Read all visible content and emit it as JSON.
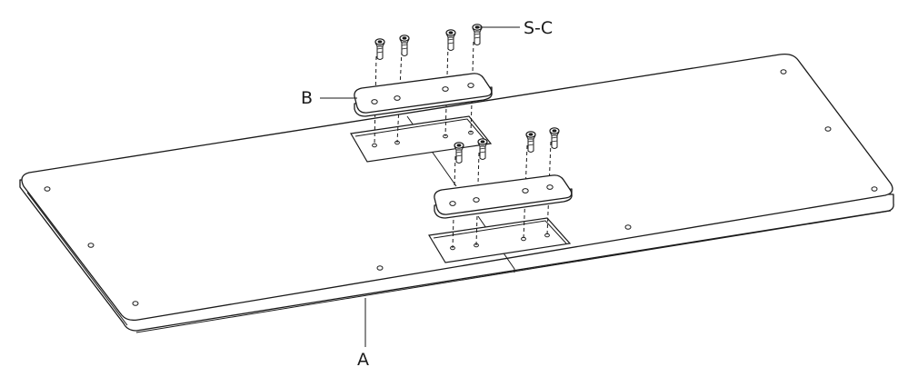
{
  "labels": {
    "a": "A",
    "b": "B",
    "s_c": "S-C"
  },
  "colors": {
    "line": "#1a1a1a",
    "background": "#ffffff"
  }
}
